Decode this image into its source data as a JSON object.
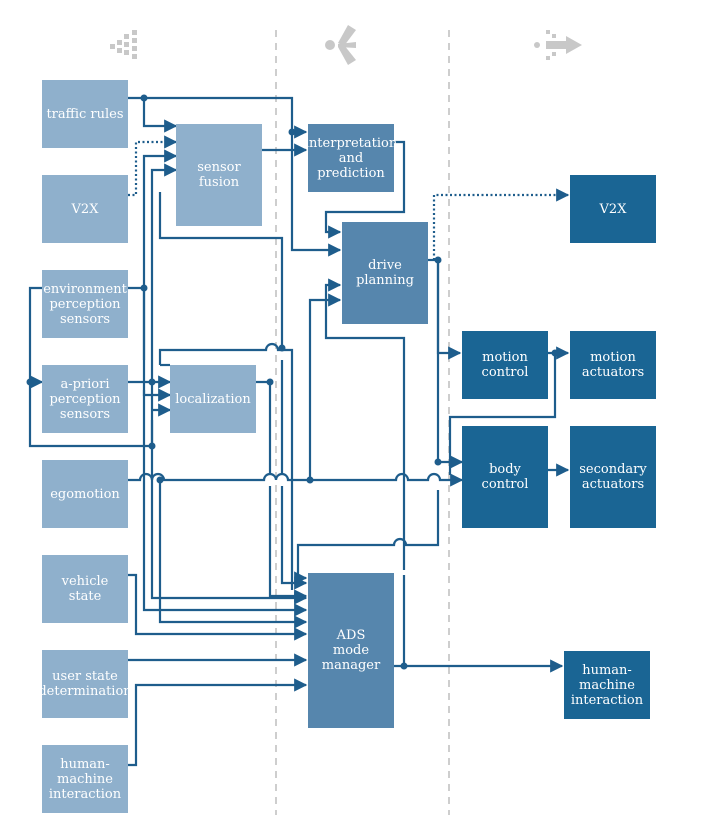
{
  "colors": {
    "input": "#8fb0cc",
    "processing": "#7097ba",
    "planning": "#5686ad",
    "output": "#1a6594",
    "line": "#1e5d8c",
    "divider": "#bdbdbd",
    "icon": "#c8c8c8"
  },
  "icons": [
    "sensing-signal-icon",
    "thinking-branch-icon",
    "acting-arrow-icon"
  ],
  "boxes": {
    "traffic_rules": "traffic rules",
    "v2x_in": "V2X",
    "env_sensors": "environment\nperception\nsensors",
    "apriori_sensors": "a-priori\nperception\nsensors",
    "egomotion": "egomotion",
    "vehicle_state": "vehicle state",
    "user_state": "user state\ndetermination",
    "hmi_in": "human-\nmachine\ninteraction",
    "sensor_fusion": "sensor\nfusion",
    "localization": "localization",
    "interpretation": "interpretation\nand prediction",
    "drive_planning": "drive\nplanning",
    "ads_mode": "ADS\nmode\nmanager",
    "v2x_out": "V2X",
    "motion_control": "motion\ncontrol",
    "motion_actuators": "motion\nactuators",
    "body_control": "body control",
    "secondary_actuators": "secondary\nactuators",
    "hmi_out": "human-\nmachine\ninteraction"
  }
}
